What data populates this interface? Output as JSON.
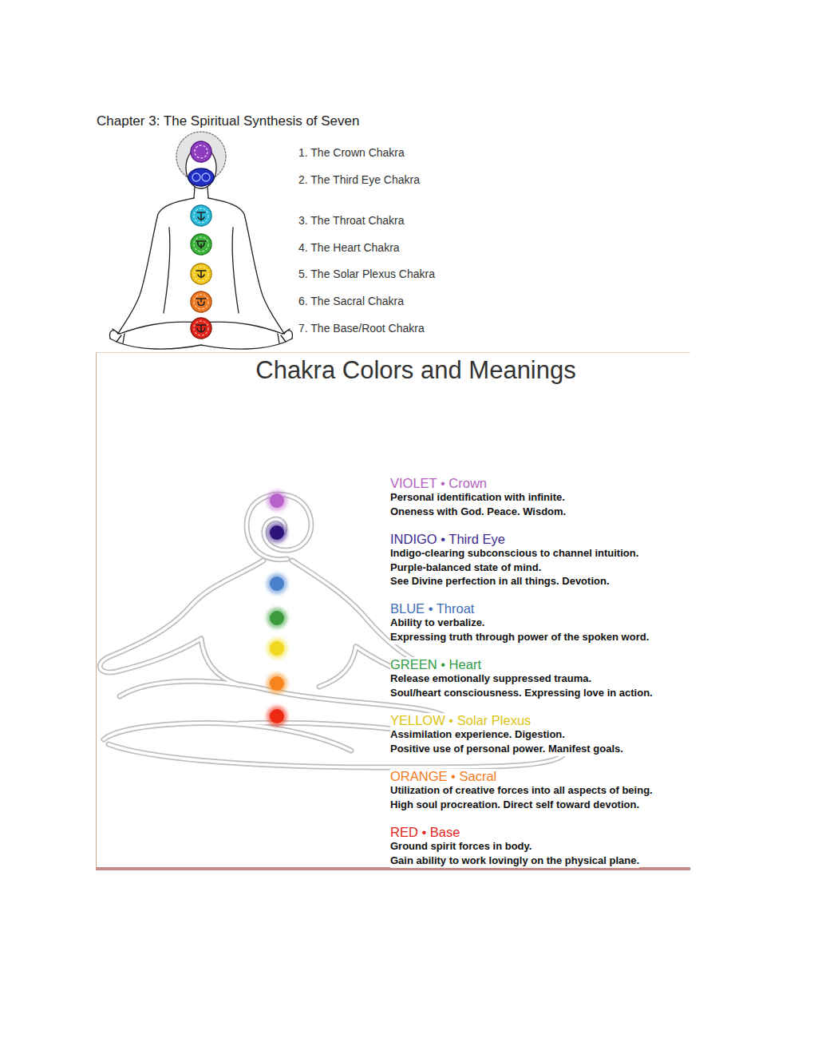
{
  "diagram": {
    "title": "Chapter 3: The Spiritual Synthesis of Seven",
    "nodes": [
      {
        "text": [
          "Chakra Colors and Meanings",
          "VIOLET • Crown",
          "Personal identification with infinite.",
          "Oneness with God. Peace. Wisdom.",
          "INDIGO • Third Eye",
          "Indigo-clearing subconscious to channel intuition.",
          "Purple-balanced state of mind.",
          "See Divine perfection in all things. Devotion.",
          "BLUE • Throat",
          "Ability to verbalize.",
          "Expressing truth through power of the spoken word.",
          "GREEN • Heart",
          "Release emotionally suppressed trauma.",
          "Soul/heart consciousness. Expressing love in action.",
          "YELLOW • Solar Plexus",
          "Assimilation experience. Digestion.",
          "Positive use of personal power. Manifest goals.",
          "ORANGE • Sacral",
          "Utilization of creative forces into all aspects of being.",
          "High soul procreation. Direct self toward devotion.",
          "RED • Base",
          "Ground spirit forces in body.",
          "Gain ability to work lovingly on the physical plane."
        ]
      }
    ],
    "labels": [
      "1. The Crown Chakra",
      "2. The Third Eye Chakra",
      "3. The Throat Chakra",
      "4. The Heart Chakra",
      "5. The Solar Plexus Chakra",
      "6. The Sacral Chakra",
      "7. The Base/Root Chakra"
    ]
  }
}
